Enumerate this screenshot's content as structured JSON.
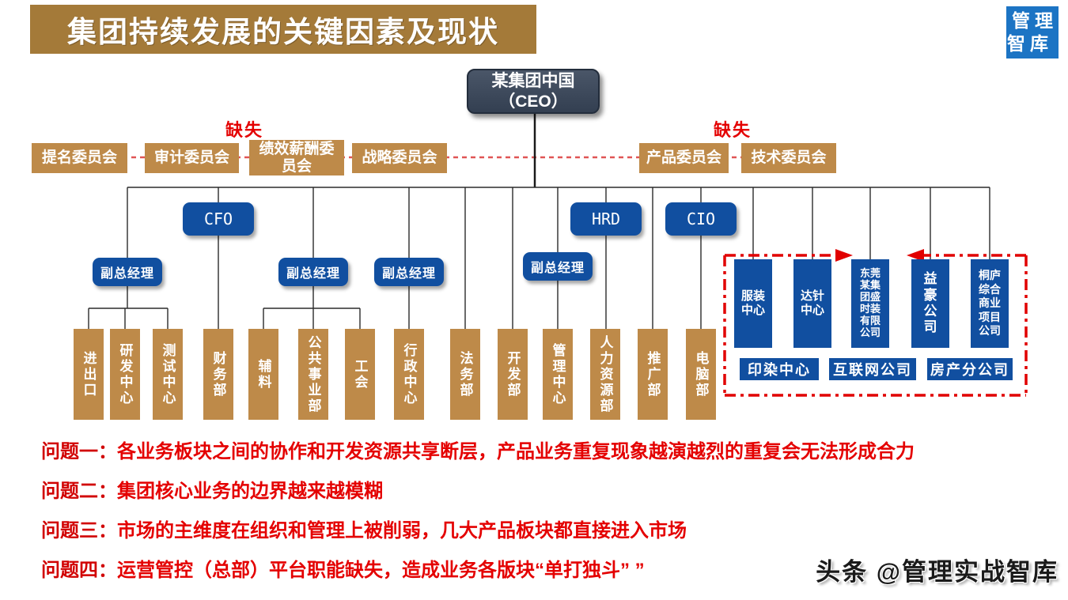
{
  "title": "集团持续发展的关键因素及现状",
  "logo": {
    "text": "管理\n智库"
  },
  "ceo": {
    "line1": "某集团中国",
    "line2": "（CEO）"
  },
  "missing_left": "缺失",
  "missing_right": "缺失",
  "committees_left": [
    "提名委员会",
    "审计委员会",
    "绩效薪酬委\n员会",
    "战略委员会"
  ],
  "committees_right": [
    "产品委员会",
    "技术委员会"
  ],
  "executives": [
    "CFO",
    "HRD",
    "CIO"
  ],
  "vp_label": "副总经理",
  "departments": [
    "进出口",
    "研发中心",
    "测试中心",
    "财务部",
    "辅料",
    "公共事业部",
    "工会",
    "行政中心",
    "法务部",
    "开发部",
    "管理中心",
    "人力资源部",
    "推广部",
    "电脑部"
  ],
  "subsidiaries_vertical": [
    "服装\n中心",
    "达针\n中心",
    "东莞\n某集\n团盛\n时装\n有限\n公司",
    "益\n豪\n公\n司",
    "桐庐\n综合\n商业\n项目\n公司"
  ],
  "subsidiaries_horizontal": [
    "印染中心",
    "互联网公司",
    "房产分公司"
  ],
  "problems": [
    {
      "label": "问题一：",
      "text": "各业务板块之间的协作和开发资源共享断层，产品业务重复现象越演越烈的重复会无法形成合力"
    },
    {
      "label": "问题二：",
      "text": "集团核心业务的边界越来越模糊"
    },
    {
      "label": "问题三：",
      "text": "市场的主维度在组织和管理上被削弱，几大产品板块都直接进入市场"
    },
    {
      "label": "问题四：",
      "text": "运营管控（总部）平台职能缺失，造成业务各版块“单打独斗”  ”"
    }
  ],
  "watermark": "头条 @管理实战智库",
  "colors": {
    "gold_title": "#A47A39",
    "gold_box": "#BE8A49",
    "blue_box": "#114FA0",
    "navy_ceo": "#3B4759",
    "logo_blue": "#1C74C4",
    "alert_red": "#E40000",
    "line": "#2B2B2B"
  }
}
